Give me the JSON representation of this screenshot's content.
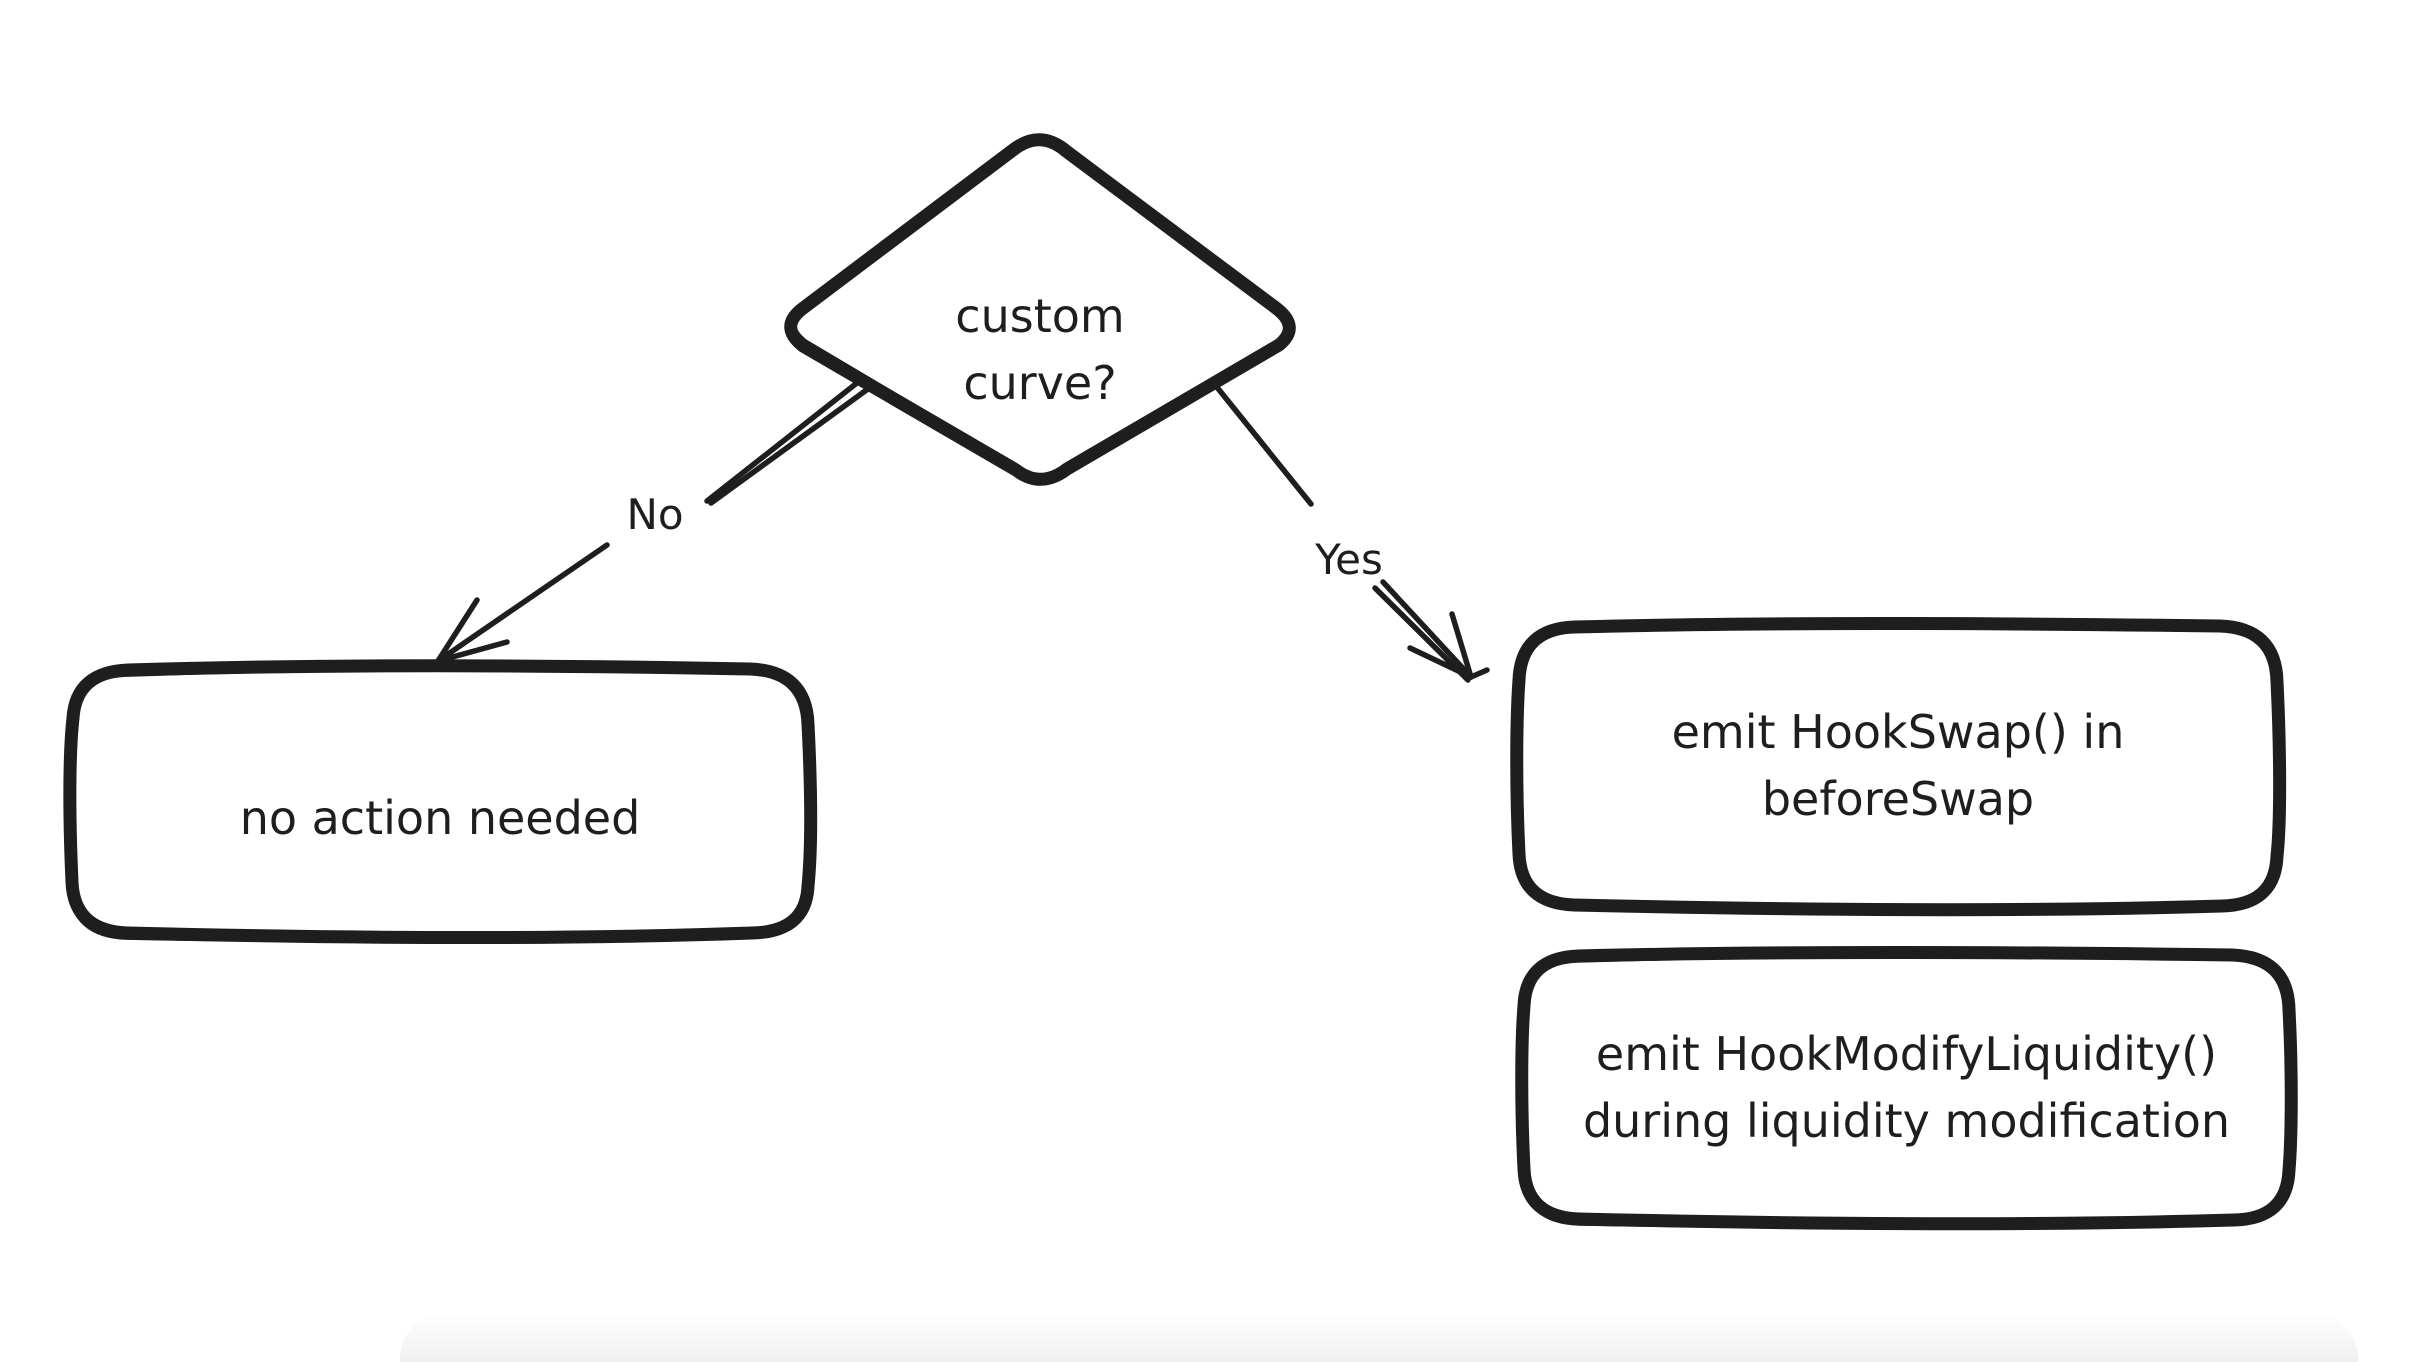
{
  "diagram": {
    "type": "flowchart",
    "style": "hand-drawn",
    "colors": {
      "stroke": "#1e1e1e",
      "background": "#ffffff",
      "bottom_bar": "#f0f0f0"
    },
    "nodes": [
      {
        "id": "decision",
        "shape": "diamond",
        "label": "custom\ncurve?"
      },
      {
        "id": "no-action",
        "shape": "rounded-rectangle",
        "label": "no action needed"
      },
      {
        "id": "hook-swap",
        "shape": "rounded-rectangle",
        "label": "emit HookSwap() in\nbeforeSwap"
      },
      {
        "id": "hook-modify-liquidity",
        "shape": "rounded-rectangle",
        "label": "emit HookModifyLiquidity()\nduring liquidity modification"
      }
    ],
    "edges": [
      {
        "from": "decision",
        "to": "no-action",
        "label": "No"
      },
      {
        "from": "decision",
        "to": "hook-swap",
        "label": "Yes"
      }
    ]
  }
}
